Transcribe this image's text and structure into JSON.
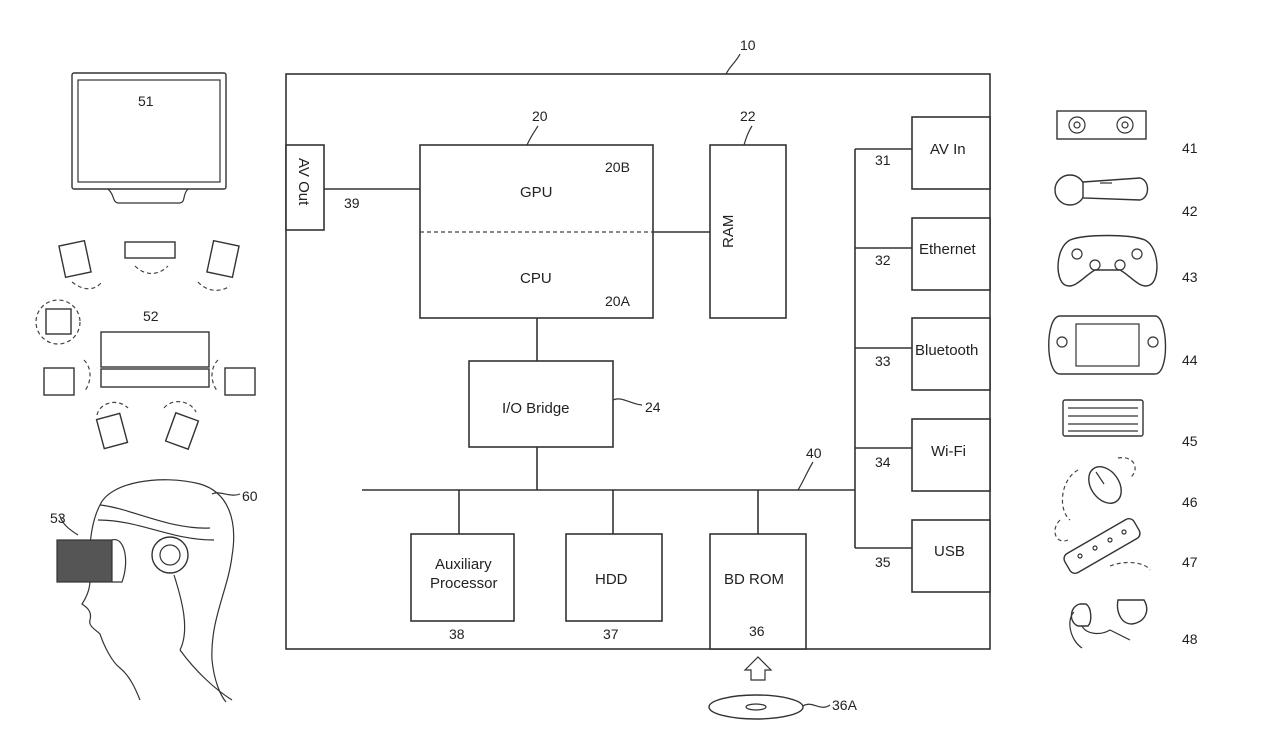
{
  "system": {
    "ref": "10",
    "processor": {
      "ref": "20",
      "gpu": "GPU",
      "gpu_ref": "20B",
      "cpu": "CPU",
      "cpu_ref": "20A"
    },
    "ram": {
      "label": "RAM",
      "ref": "22"
    },
    "io_bridge": {
      "label": "I/O Bridge",
      "ref": "24"
    },
    "av_out": {
      "label": "AV Out",
      "ref": "39"
    },
    "bus_ref": "40",
    "aux_processor": {
      "line1": "Auxiliary",
      "line2": "Processor",
      "ref": "38"
    },
    "hdd": {
      "label": "HDD",
      "ref": "37"
    },
    "bd_rom": {
      "label": "BD ROM",
      "ref": "36"
    },
    "disc_ref": "36A",
    "ports": [
      {
        "label": "AV In",
        "ref": "31"
      },
      {
        "label": "Ethernet",
        "ref": "32"
      },
      {
        "label": "Bluetooth",
        "ref": "33"
      },
      {
        "label": "Wi-Fi",
        "ref": "34"
      },
      {
        "label": "USB",
        "ref": "35"
      }
    ]
  },
  "left_devices": {
    "tv": "51",
    "speakers": "52",
    "hmd": "53",
    "user": "60"
  },
  "peripherals": [
    "41",
    "42",
    "43",
    "44",
    "45",
    "46",
    "47",
    "48"
  ],
  "icons": [
    "tv-icon",
    "surround-speakers-icon",
    "head-mounted-display-icon",
    "stereo-camera-icon",
    "motion-controller-icon",
    "gamepad-icon",
    "handheld-console-icon",
    "keyboard-icon",
    "mouse-icon",
    "remote-control-icon",
    "headset-icon",
    "disc-icon",
    "insert-arrow-icon"
  ]
}
